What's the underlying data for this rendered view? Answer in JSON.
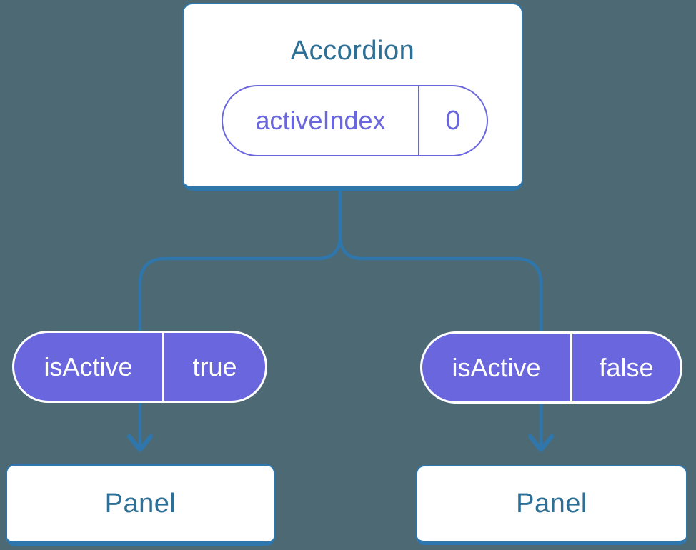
{
  "diagram": {
    "type": "component-tree",
    "root": {
      "title": "Accordion",
      "state": {
        "name": "activeIndex",
        "value": "0"
      }
    },
    "children": [
      {
        "prop": {
          "name": "isActive",
          "value": "true"
        },
        "node": {
          "title": "Panel"
        }
      },
      {
        "prop": {
          "name": "isActive",
          "value": "false"
        },
        "node": {
          "title": "Panel"
        }
      }
    ]
  },
  "colors": {
    "background": "#4D6A74",
    "connector": "#2E76AC",
    "node_border": "#2E76AC",
    "node_text": "#2E7095",
    "pill_fill": "#6A66DE",
    "pill_text_on_purple": "#FFFFFF",
    "pill_divider": "#FFFFFF"
  }
}
